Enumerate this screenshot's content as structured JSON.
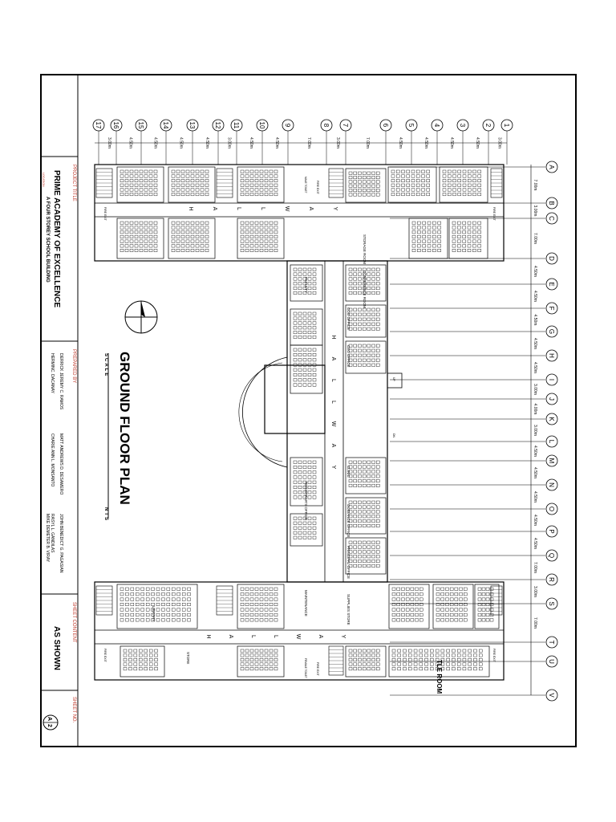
{
  "sheet": {
    "project_title_caption": "PROJECT TITLE",
    "project_name": "PRIME ACADEMY OF EXCELLENCE",
    "project_sub": "A FOUR STOREY SCHOOL BUILDING",
    "prepared_by_caption": "PREPARED BY",
    "preparers": [
      "DERRICK JEREMY C. RAMOS",
      "MATT ANDREWS D. DESAMERO",
      "CHARIE ANN L. MONSANTO",
      "HERMINC. DACANAY",
      "RASYL L. GANDILAS",
      "JOHN BENEDICT G. PAGASIAN",
      "MIKE DEMETER B. VIRAY"
    ],
    "sheet_content_caption": "SHEET CONTENT",
    "scale_value": "AS SHOWN",
    "sheet_no_caption": "SHEET NO.",
    "sheet_letter": "A",
    "sheet_number": "2"
  },
  "plan": {
    "title": "GROUND FLOOR PLAN",
    "scale_label": "SCALE",
    "nts": "NTS",
    "grid_numbers": [
      "17",
      "16",
      "15",
      "14",
      "13",
      "12",
      "11",
      "10",
      "9",
      "8",
      "7",
      "6",
      "5",
      "4",
      "3",
      "2",
      "1"
    ],
    "grid_letters": [
      "A",
      "B",
      "C",
      "D",
      "E",
      "F",
      "G",
      "H",
      "I",
      "J",
      "K",
      "L",
      "M",
      "N",
      "O",
      "P",
      "Q",
      "R",
      "S",
      "T",
      "U",
      "V"
    ],
    "top_dims": [
      "3.00m",
      "4.50m",
      "4.50m",
      "4.50m",
      "4.50m",
      "3.00m",
      "4.50m",
      "4.50m",
      "7.00m",
      "3.00m",
      "7.00m",
      "4.50m",
      "4.50m",
      "4.50m",
      "4.50m",
      "3.00m"
    ],
    "right_dims": [
      "7.00m",
      "3.00m",
      "7.00m",
      "4.50m",
      "4.50m",
      "4.50m",
      "4.50m",
      "4.50m",
      "3.00m",
      "4.00m",
      "3.00m",
      "4.50m",
      "4.50m",
      "4.50m",
      "4.50m",
      "4.50m",
      "7.00m",
      "3.00m",
      "7.00m"
    ],
    "labels": {
      "hallway_top": [
        "H",
        "A",
        "L",
        "L",
        "W",
        "A",
        "Y"
      ],
      "hallway_mid": [
        "H",
        "A",
        "L",
        "L",
        "W",
        "A",
        "Y"
      ],
      "hallway_bottom": [
        "H",
        "A",
        "L",
        "L",
        "W",
        "A",
        "Y"
      ],
      "fire_exit": "FIRE EXIT",
      "storage": "STORAGE ROOM",
      "conference": "CONFERENCE ROOM",
      "coo_office": "COO OFFICE",
      "ceo_office": "CEO OFFICE",
      "clinic": "CLINIC",
      "guidance": "GUIDANCE OFFICE",
      "principal": "PRINCIPAL OFFICE",
      "supplies": "SUPPLIES STORE",
      "maintenance": "MAINTENANCE",
      "tle_room": "TLE ROOM",
      "faculty": "FACULTY",
      "registrar": "REGISTRAR'S OFFICE",
      "library": "LIBRARY",
      "store": "STORE",
      "male_toilet": "MALE TOILET",
      "female_toilet": "FEMALE TOILET",
      "up": "UP",
      "dn": "DN"
    }
  }
}
